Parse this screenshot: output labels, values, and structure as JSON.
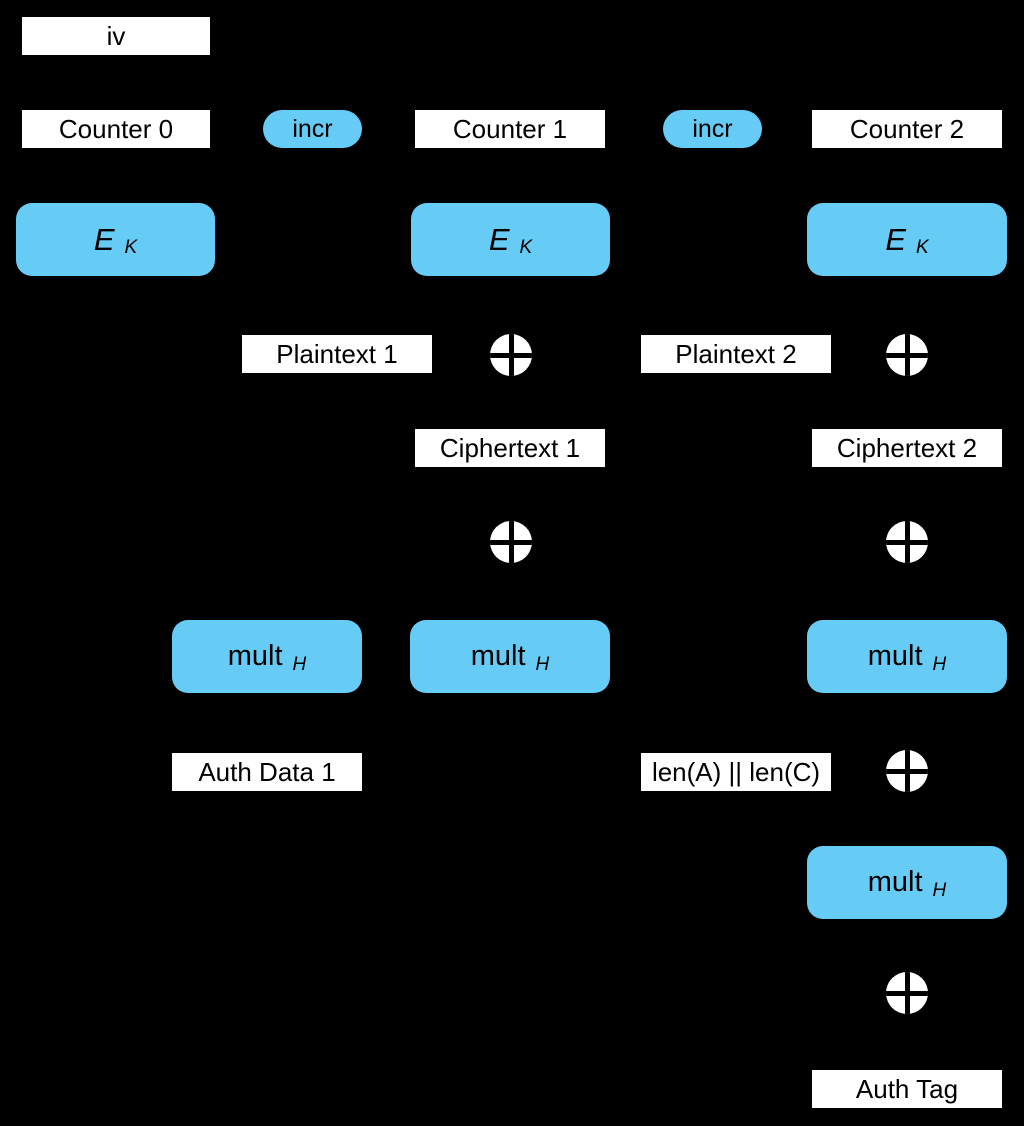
{
  "colors": {
    "background": "#000000",
    "blue_fill": "#66cbf5",
    "white_fill": "#ffffff",
    "text": "#000000"
  },
  "icons": {
    "xor": "circle-plus-xor-symbol"
  },
  "nodes": {
    "iv": {
      "label": "iv"
    },
    "counter0": {
      "label": "Counter 0"
    },
    "incr1": {
      "label": "incr"
    },
    "counter1": {
      "label": "Counter 1"
    },
    "incr2": {
      "label": "incr"
    },
    "counter2": {
      "label": "Counter 2"
    },
    "ek1": {
      "base": "E",
      "sub": "K"
    },
    "ek2": {
      "base": "E",
      "sub": "K"
    },
    "ek3": {
      "base": "E",
      "sub": "K"
    },
    "plaintext1": {
      "label": "Plaintext 1"
    },
    "plaintext2": {
      "label": "Plaintext 2"
    },
    "ciphertext1": {
      "label": "Ciphertext 1"
    },
    "ciphertext2": {
      "label": "Ciphertext 2"
    },
    "mult1": {
      "base": "mult",
      "sub": "H"
    },
    "mult2": {
      "base": "mult",
      "sub": "H"
    },
    "mult3": {
      "base": "mult",
      "sub": "H"
    },
    "mult4": {
      "base": "mult",
      "sub": "H"
    },
    "auth_data1": {
      "label": "Auth Data 1"
    },
    "len_concat": {
      "label": "len(A) || len(C)"
    },
    "auth_tag": {
      "label": "Auth Tag"
    }
  }
}
